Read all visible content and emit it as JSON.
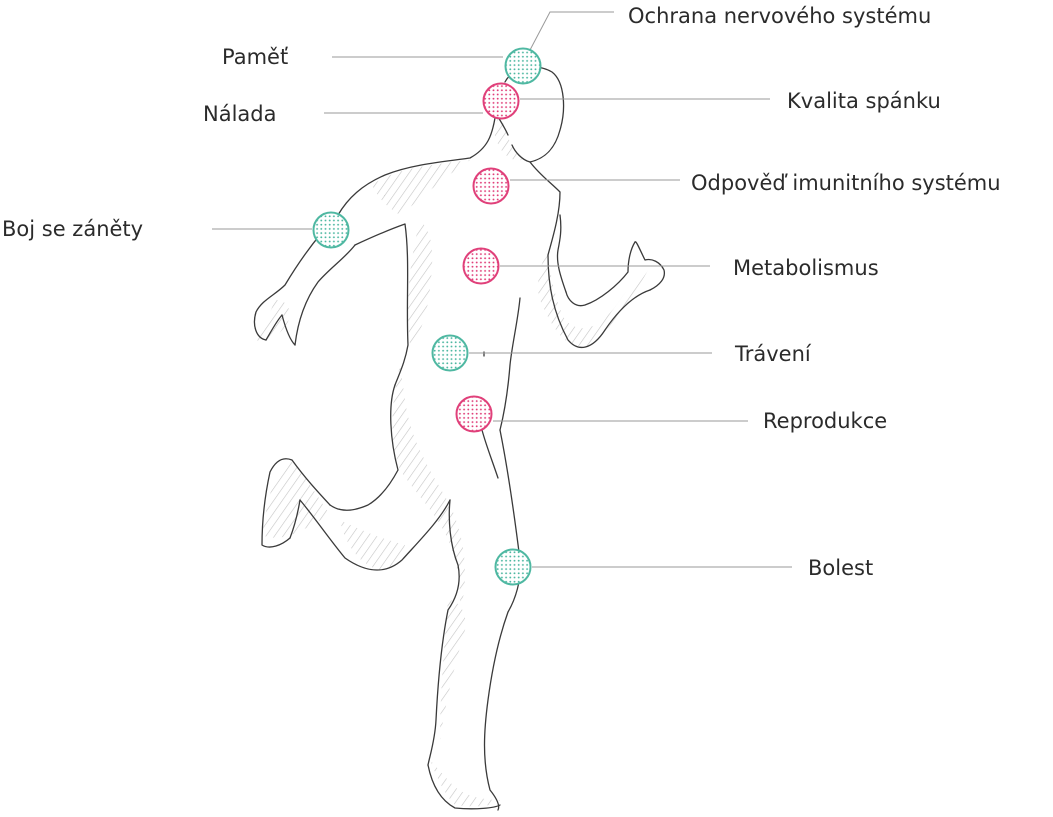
{
  "diagram": {
    "labels": [
      {
        "id": "nervous",
        "text": "Ochrana nervového systému",
        "side": "right",
        "dot_color": "teal"
      },
      {
        "id": "memory",
        "text": "Paměť",
        "side": "left",
        "dot_color": "teal"
      },
      {
        "id": "sleep",
        "text": "Kvalita spánku",
        "side": "right",
        "dot_color": "pink"
      },
      {
        "id": "mood",
        "text": "Nálada",
        "side": "left",
        "dot_color": "pink"
      },
      {
        "id": "immune",
        "text": "Odpověď imunitního systému",
        "side": "right",
        "dot_color": "pink"
      },
      {
        "id": "inflammation",
        "text": "Boj se záněty",
        "side": "left",
        "dot_color": "teal"
      },
      {
        "id": "metabolism",
        "text": "Metabolismus",
        "side": "right",
        "dot_color": "pink"
      },
      {
        "id": "digestion",
        "text": "Trávení",
        "side": "right",
        "dot_color": "teal"
      },
      {
        "id": "reproduction",
        "text": "Reprodukce",
        "side": "right",
        "dot_color": "pink"
      },
      {
        "id": "pain",
        "text": "Bolest",
        "side": "right",
        "dot_color": "teal"
      }
    ]
  },
  "colors": {
    "teal": "#4fb8a2",
    "pink": "#e0407a",
    "outline": "#3a3a3a",
    "hatch": "#bdbdbd",
    "leader": "#9a9a9a",
    "text": "#2b2b2b"
  }
}
